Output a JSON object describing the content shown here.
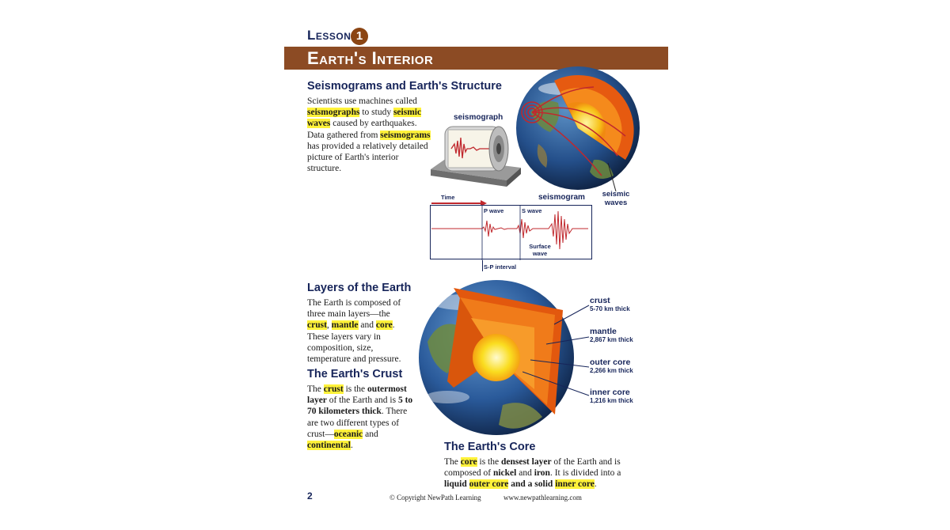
{
  "header": {
    "lesson_label": "Lesson",
    "lesson_number": "1",
    "title": "Earth's Interior"
  },
  "section_seismograms": {
    "heading": "Seismograms and Earth's Structure",
    "paragraph": [
      {
        "text": "Scientists use machines called ",
        "hl": false
      },
      {
        "text": "seismographs",
        "hl": true
      },
      {
        "text": " to study ",
        "hl": false
      },
      {
        "text": "seismic waves",
        "hl": true
      },
      {
        "text": " caused by earthquakes. Data gathered from ",
        "hl": false
      },
      {
        "text": "seismograms",
        "hl": true
      },
      {
        "text": " has provided a relatively detailed picture of Earth's interior structure.",
        "hl": false
      }
    ],
    "seismograph_label": "seismograph",
    "seismic_waves_label": "seismic waves",
    "seismogram": {
      "title": "seismogram",
      "time_label": "Time",
      "p_wave": "P wave",
      "s_wave": "S wave",
      "surface_wave": "Surface wave",
      "sp_interval": "S-P interval"
    }
  },
  "section_layers": {
    "heading": "Layers of the Earth",
    "paragraph": [
      {
        "text": "The Earth is composed of three main layers—the ",
        "hl": false
      },
      {
        "text": "crust",
        "hl": true
      },
      {
        "text": ", ",
        "hl": false
      },
      {
        "text": "mantle",
        "hl": true
      },
      {
        "text": " and ",
        "hl": false
      },
      {
        "text": "core",
        "hl": true
      },
      {
        "text": ". These layers vary in composition, size, temperature and pressure.",
        "hl": false
      }
    ],
    "layer_labels": [
      {
        "name": "crust",
        "thickness": "5-70 km thick"
      },
      {
        "name": "mantle",
        "thickness": "2,867 km thick"
      },
      {
        "name": "outer core",
        "thickness": "2,266 km thick"
      },
      {
        "name": "inner core",
        "thickness": "1,216 km thick"
      }
    ]
  },
  "section_crust": {
    "heading": "The Earth's Crust",
    "paragraph": [
      {
        "text": "The ",
        "hl": false
      },
      {
        "text": "crust",
        "hl": true
      },
      {
        "text": " is the ",
        "hl": false
      },
      {
        "text": "outermost layer",
        "bold": true
      },
      {
        "text": " of the Earth and is ",
        "hl": false
      },
      {
        "text": "5 to 70 kilometers thick",
        "bold": true
      },
      {
        "text": ". There are two different types of crust—",
        "hl": false
      },
      {
        "text": "oceanic",
        "hl": true
      },
      {
        "text": " and ",
        "hl": false
      },
      {
        "text": "continental",
        "hl": true
      },
      {
        "text": ".",
        "hl": false
      }
    ]
  },
  "section_core": {
    "heading": "The Earth's Core",
    "paragraph": [
      {
        "text": "The ",
        "hl": false
      },
      {
        "text": "core",
        "hl": true
      },
      {
        "text": " is the ",
        "hl": false
      },
      {
        "text": "densest layer",
        "bold": true
      },
      {
        "text": " of the Earth and is composed of ",
        "hl": false
      },
      {
        "text": "nickel",
        "bold": true
      },
      {
        "text": " and ",
        "hl": false
      },
      {
        "text": "iron",
        "bold": true
      },
      {
        "text": ". It is divided into a ",
        "hl": false
      },
      {
        "text": "liquid",
        "bold": true
      },
      {
        "text": " ",
        "hl": false
      },
      {
        "text": "outer core",
        "hl": true
      },
      {
        "text": " and a solid ",
        "bold": true
      },
      {
        "text": "inner core",
        "hl": true
      },
      {
        "text": ".",
        "hl": false
      }
    ]
  },
  "footer": {
    "page_number": "2",
    "copyright": "© Copyright NewPath Learning",
    "website": "www.newpathlearning.com"
  },
  "colors": {
    "banner": "#8c4b24",
    "heading": "#17255a",
    "highlight": "#fff23a",
    "seismogram_line": "#c0282d"
  }
}
